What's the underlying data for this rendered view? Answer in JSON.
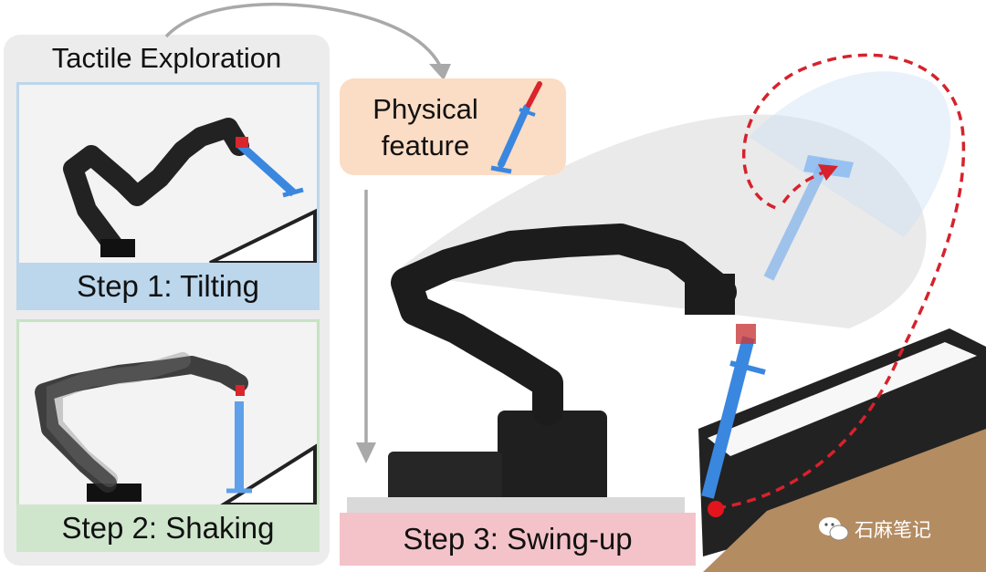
{
  "panel": {
    "title": "Tactile Exploration",
    "step1_label": "Step 1: Tilting",
    "step2_label": "Step 2: Shaking"
  },
  "feature": {
    "text_line1": "Physical",
    "text_line2": "feature"
  },
  "step3": {
    "label": "Step 3: Swing-up"
  },
  "watermark": {
    "icon": "chat-bubble-icon",
    "text": "石麻笔记"
  },
  "colors": {
    "step1": "#bcd6ec",
    "step2": "#cfe6cd",
    "feature": "#fbdcc4",
    "step3": "#f4c3c9",
    "tool_blue": "#3a87e0",
    "tool_red": "#d9252b",
    "trajectory": "#d6222c",
    "arrow_gray": "#a9a9a9"
  }
}
